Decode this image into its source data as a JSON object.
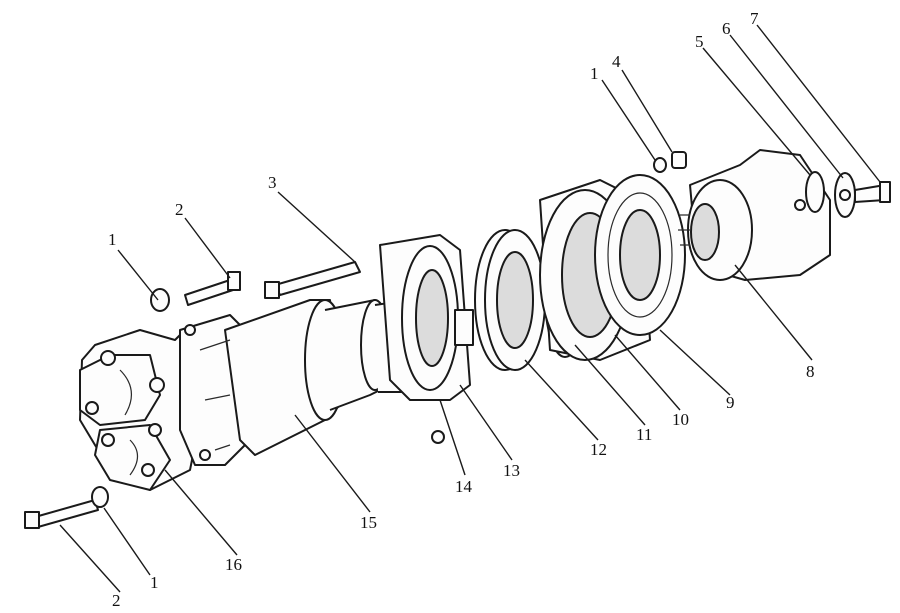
{
  "callouts": [
    {
      "id": "c1a",
      "text": "1"
    },
    {
      "id": "c1b",
      "text": "1"
    },
    {
      "id": "c1c",
      "text": "1"
    },
    {
      "id": "c2a",
      "text": "2"
    },
    {
      "id": "c2b",
      "text": "2"
    },
    {
      "id": "c3",
      "text": "3"
    },
    {
      "id": "c4",
      "text": "4"
    },
    {
      "id": "c5",
      "text": "5"
    },
    {
      "id": "c6",
      "text": "6"
    },
    {
      "id": "c7",
      "text": "7"
    },
    {
      "id": "c8",
      "text": "8"
    },
    {
      "id": "c9",
      "text": "9"
    },
    {
      "id": "c10",
      "text": "10"
    },
    {
      "id": "c11",
      "text": "11"
    },
    {
      "id": "c12",
      "text": "12"
    },
    {
      "id": "c13",
      "text": "13"
    },
    {
      "id": "c14",
      "text": "14"
    },
    {
      "id": "c15",
      "text": "15"
    },
    {
      "id": "c16",
      "text": "16"
    }
  ]
}
